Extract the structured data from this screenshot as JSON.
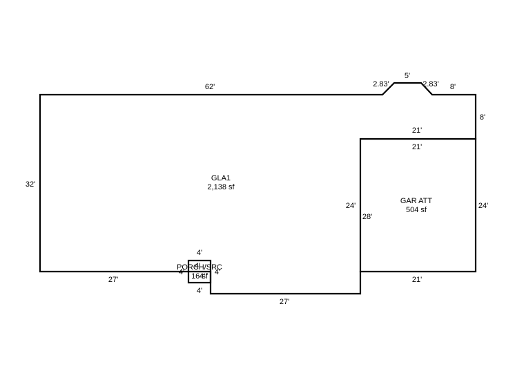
{
  "areas": {
    "gla1": {
      "name": "GLA1",
      "size": "2,138 sf"
    },
    "garage": {
      "name": "GAR ATT",
      "size": "504 sf"
    },
    "porch": {
      "name": "PORCH/SRC",
      "size": "16 sf"
    }
  },
  "dimensions": {
    "top_main": "62'",
    "bay_left": "2.83'",
    "bay_top": "5'",
    "bay_right": "2.83'",
    "top_right": "8'",
    "right_upper": "8'",
    "left_side": "32'",
    "bottom_left": "27'",
    "bottom_mid": "27'",
    "gla_garage_wall": "24'",
    "garage_left_wall": "28'",
    "garage_right": "24'",
    "garage_top_outer": "21'",
    "garage_top_inner": "21'",
    "garage_bottom": "21'",
    "porch_top": "4'",
    "porch_bottom": "4'",
    "porch_left": "4'",
    "porch_right": "4'",
    "porch_inner_top": "4'",
    "porch_inner_bottom": "4'"
  }
}
